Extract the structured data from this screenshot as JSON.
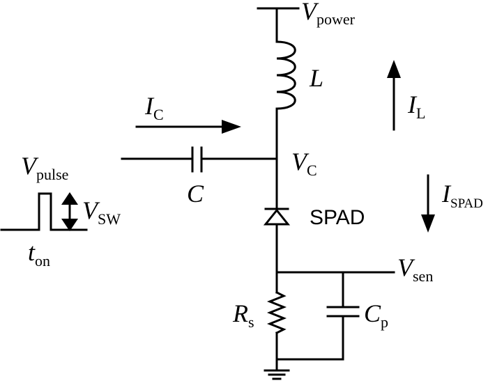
{
  "labels": {
    "v_power": {
      "main": "V",
      "sub": "power"
    },
    "inductor": {
      "main": "L"
    },
    "i_c": {
      "main": "I",
      "sub": "C"
    },
    "i_l": {
      "main": "I",
      "sub": "L"
    },
    "v_c": {
      "main": "V",
      "sub": "C"
    },
    "capacitor": {
      "main": "C"
    },
    "v_pulse": {
      "main": "V",
      "sub": "pulse"
    },
    "v_sw": {
      "main": "V",
      "sub": "SW"
    },
    "t_on": {
      "main": "t",
      "sub": "on"
    },
    "i_spad": {
      "main": "I",
      "sub": "SPAD"
    },
    "spad": {
      "text": "SPAD"
    },
    "v_sen": {
      "main": "V",
      "sub": "sen"
    },
    "r_s": {
      "main": "R",
      "sub": "s"
    },
    "c_p": {
      "main": "C",
      "sub": "p"
    }
  }
}
